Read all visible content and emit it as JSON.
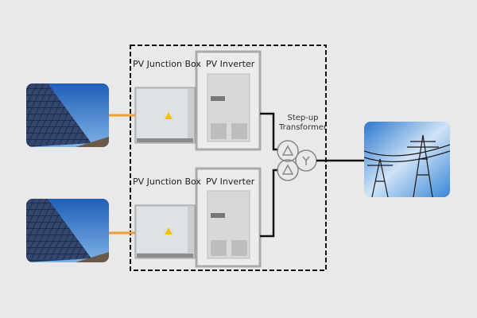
{
  "branches": [
    {
      "junction_box_label": "PV Junction Box",
      "inverter_label": "PV Inverter"
    },
    {
      "junction_box_label": "PV Junction Box",
      "inverter_label": "PV Inverter"
    }
  ],
  "transformer": {
    "label_line1": "Step-up",
    "label_line2": "Transformer"
  },
  "colors": {
    "dc_line": "#f0a030",
    "ac_line": "#111111",
    "background": "#e9e9e9",
    "sky": "#2a6fc4"
  }
}
